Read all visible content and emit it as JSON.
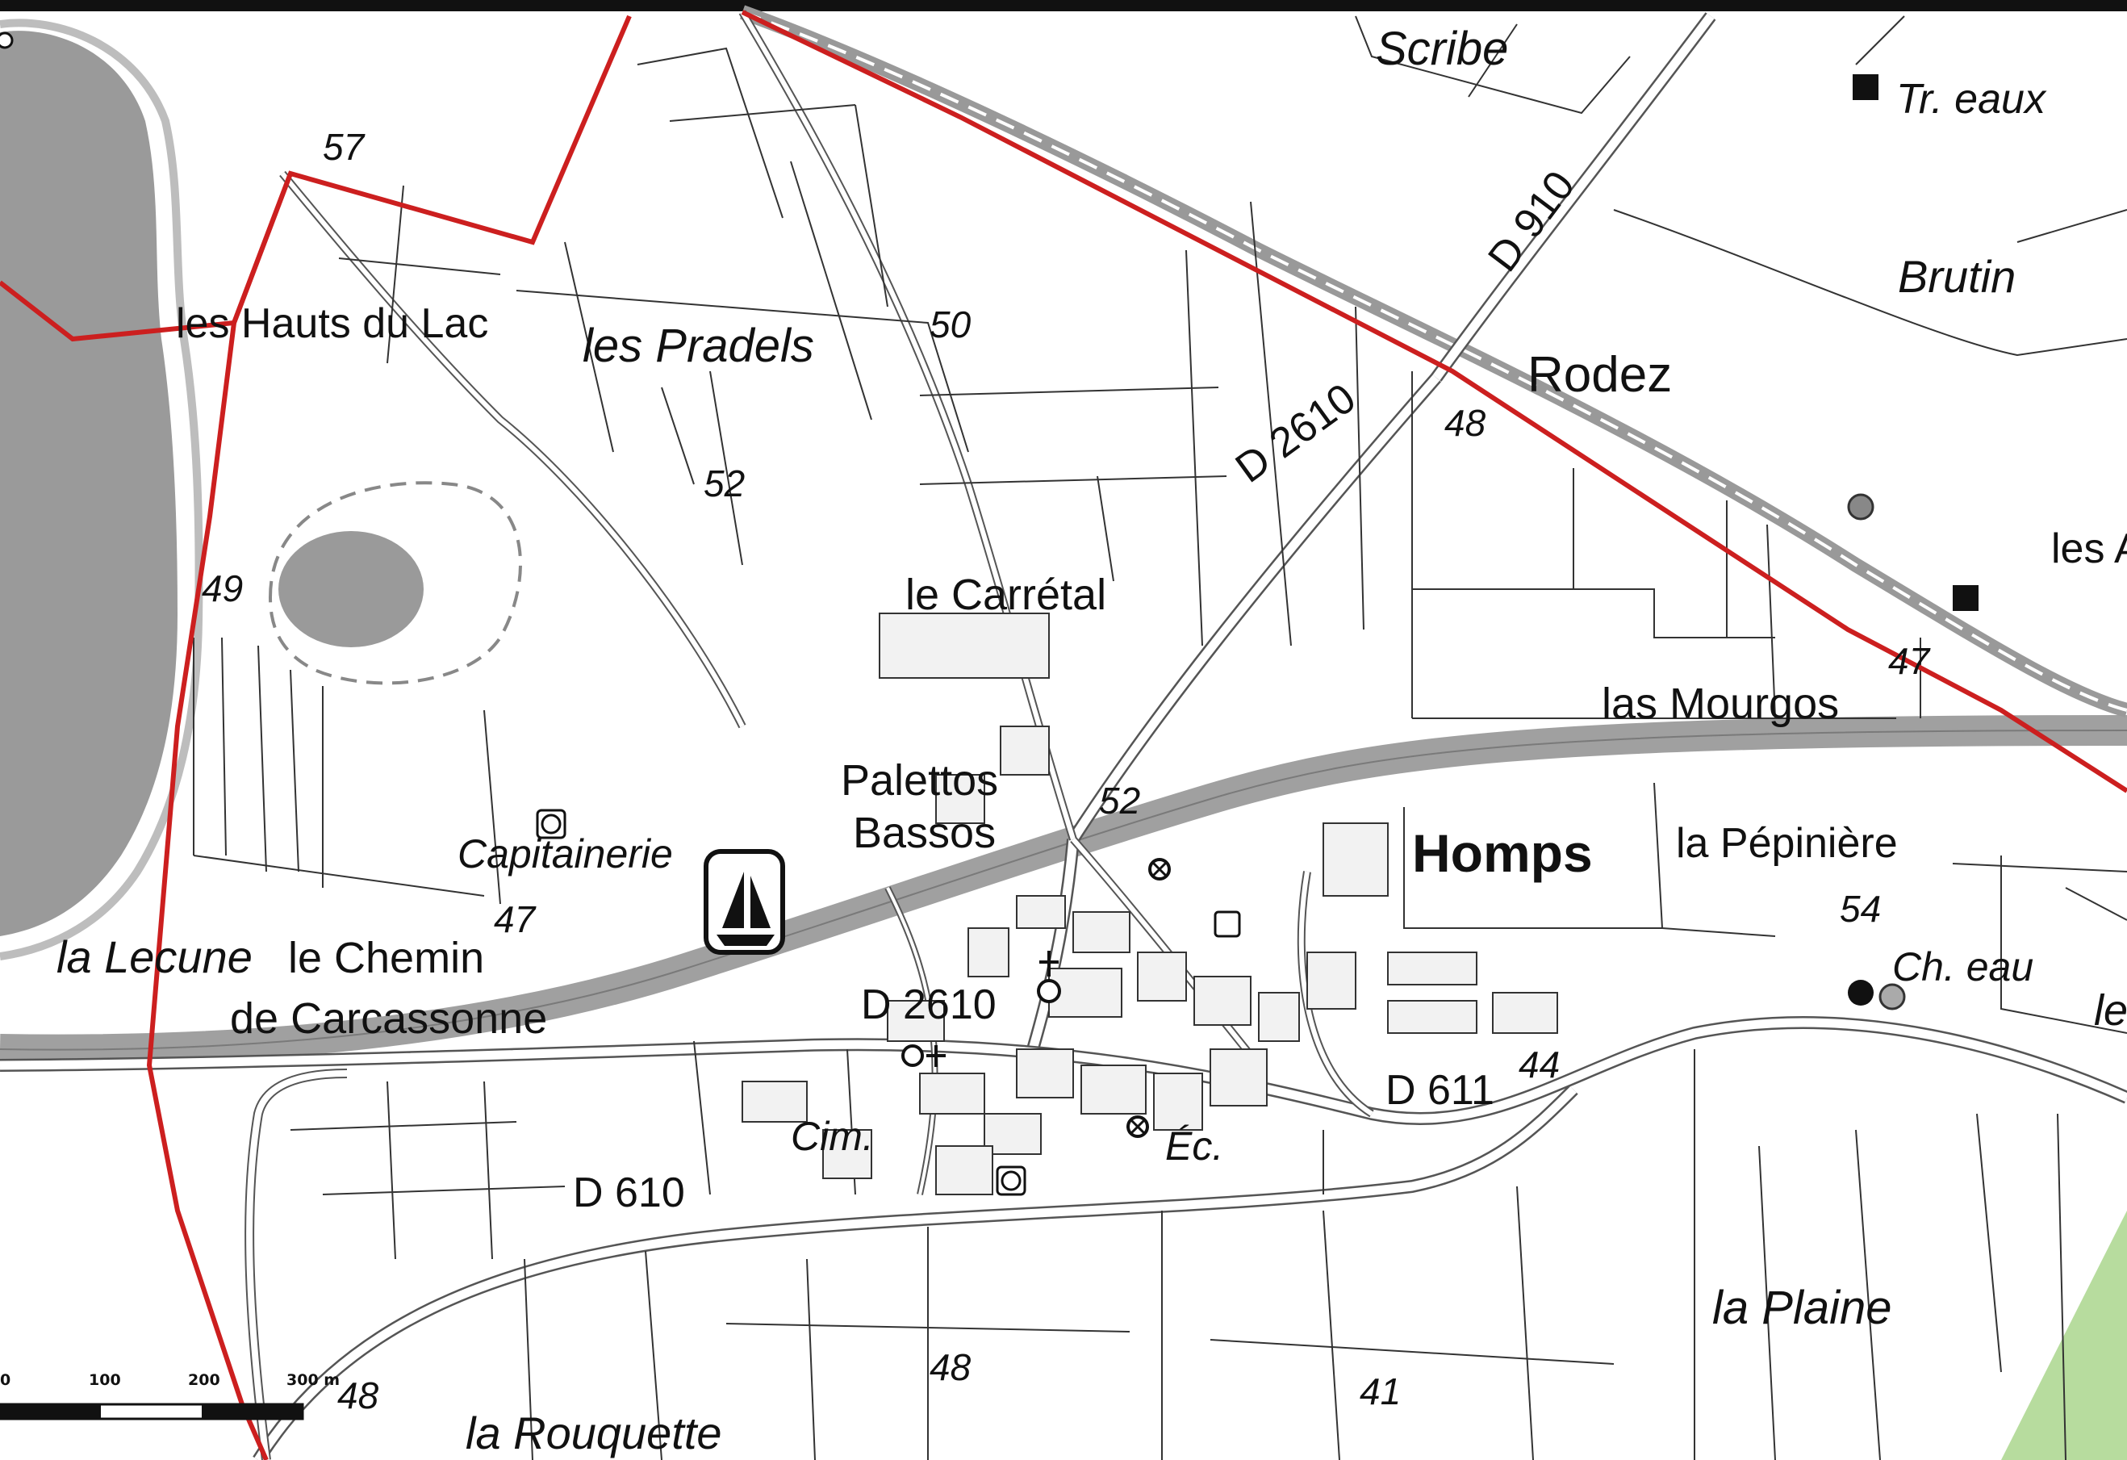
{
  "map": {
    "colors": {
      "background": "#ffffff",
      "water": "#999999",
      "boundary": "#cc1f1f",
      "canal": "#a4a4a4",
      "parcel_line": "#2a2a2a",
      "forest": "#b7dc9e"
    },
    "place_labels": {
      "scribe": "Scribe",
      "tr_eaux": "Tr. eaux",
      "brutin": "Brutin",
      "rodez": "Rodez",
      "les_a": "les A",
      "les_hauts_du_lac": "les Hauts du Lac",
      "les_pradels": "les Pradels",
      "le_carretal": "le Carrétal",
      "las_mourgos": "las Mourgos",
      "palettos": "Palettos",
      "bassos": "Bassos",
      "homps": "Homps",
      "la_pepiniere": "la Pépinière",
      "capitainerie": "Capitainerie",
      "ch_eau": "Ch. eau",
      "le_right": "le",
      "la_lecune": "la Lecune",
      "le_chemin": "le Chemin",
      "de_carcassonne": "de Carcassonne",
      "cim": "Cim.",
      "ec": "Éc.",
      "la_plaine": "la Plaine",
      "la_rouquette": "la Rouquette"
    },
    "road_labels": {
      "d910": "D 910",
      "d2610_north": "D 2610",
      "d2610_south": "D 2610",
      "d611": "D 611",
      "d610": "D 610"
    },
    "altitudes": {
      "a57": "57",
      "a50": "50",
      "a48_ne": "48",
      "a52_n": "52",
      "a49": "49",
      "a47_e": "47",
      "a52_c": "52",
      "a54": "54",
      "a47_w": "47",
      "a44": "44",
      "a48_s": "48",
      "a41": "41",
      "a48_sw": "48"
    },
    "scale_bar": {
      "labels": [
        "0",
        "100",
        "200",
        "300 m"
      ]
    }
  }
}
